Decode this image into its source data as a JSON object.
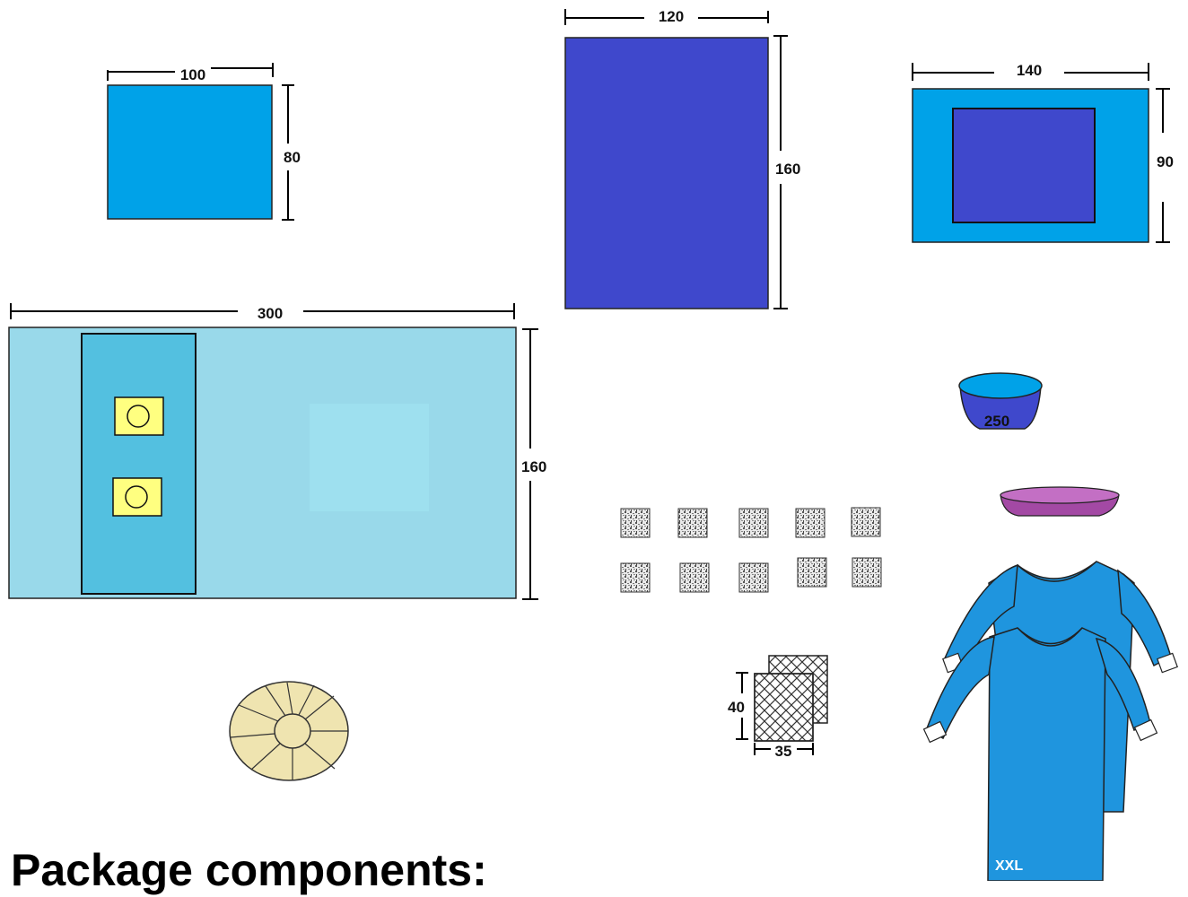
{
  "heading": "Package components:",
  "colors": {
    "drape_blue": "#00a2e8",
    "drape_dark": "#3f48cc",
    "drape_light": "#99d9ea",
    "drape_mid": "#53c0e0",
    "yellow": "#ffff80",
    "purple": "#a349a4",
    "beige": "#efe4b0"
  },
  "items": {
    "small_drape": {
      "width": "100",
      "height": "80"
    },
    "large_drape": {
      "width": "120",
      "height": "160"
    },
    "window_drape": {
      "width": "140",
      "height": "90"
    },
    "table_cover": {
      "width": "300",
      "height": "160"
    },
    "bowl": {
      "label": "250"
    },
    "gauze": {
      "width": "35",
      "height": "40"
    },
    "gown": {
      "size": "XXL"
    }
  },
  "icons": [
    "drape-icon",
    "bowl-icon",
    "tray-icon",
    "gauze-swab-icon",
    "gown-icon",
    "light-handle-cover-icon"
  ]
}
